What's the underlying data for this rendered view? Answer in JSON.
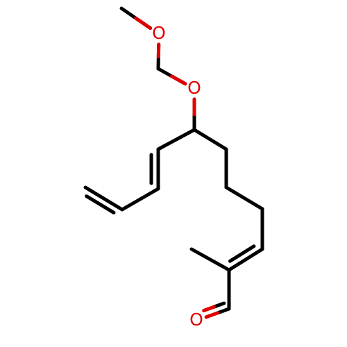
{
  "molecule": {
    "bond_color": "#000000",
    "oxygen_color": "#e00000",
    "atoms": {
      "o_methoxy": {
        "element": "O",
        "label": "O"
      },
      "o_ether": {
        "element": "O",
        "label": "O"
      },
      "o_aldehyde": {
        "element": "O",
        "label": "O"
      }
    }
  }
}
